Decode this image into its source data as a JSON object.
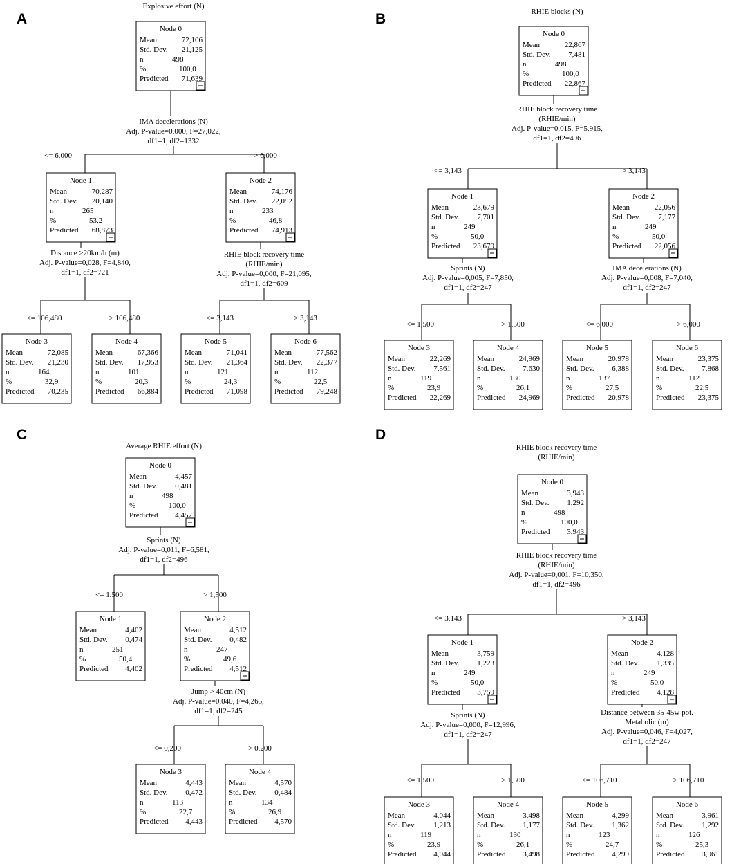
{
  "panels": [
    {
      "letter": "A",
      "title": [
        "Explosive effort (N)"
      ],
      "nodes": [
        {
          "id": "Node 0",
          "mean": "72,106",
          "sd": "21,125",
          "n": "498",
          "pct": "100,0",
          "pred": "71,639"
        },
        {
          "id": "Node 1",
          "mean": "70,287",
          "sd": "20,140",
          "n": "265",
          "pct": "53,2",
          "pred": "68,873"
        },
        {
          "id": "Node 2",
          "mean": "74,176",
          "sd": "22,052",
          "n": "233",
          "pct": "46,8",
          "pred": "74,913"
        },
        {
          "id": "Node 3",
          "mean": "72,085",
          "sd": "21,230",
          "n": "164",
          "pct": "32,9",
          "pred": "70,235"
        },
        {
          "id": "Node 4",
          "mean": "67,366",
          "sd": "17,953",
          "n": "101",
          "pct": "20,3",
          "pred": "66,884"
        },
        {
          "id": "Node 5",
          "mean": "71,041",
          "sd": "21,364",
          "n": "121",
          "pct": "24,3",
          "pred": "71,098"
        },
        {
          "id": "Node 6",
          "mean": "77,562",
          "sd": "22,377",
          "n": "112",
          "pct": "22,5",
          "pred": "79,248"
        }
      ],
      "splits": [
        [
          "IMA decelerations (N)",
          "Adj. P-value=0,000, F=27,022,",
          "df1=1, df2=1332"
        ],
        [
          "Distance >20km/h (m)",
          "Adj. P-value=0,028, F=4,840,",
          "df1=1, df2=721"
        ],
        [
          "RHIE block recovery time",
          "(RHIE/min)",
          "Adj. P-value=0,000, F=21,095,",
          "df1=1, df2=609"
        ]
      ],
      "branches": [
        "<= 6,000",
        "> 6,000",
        "<= 106,480",
        "> 106,480",
        "<= 3,143",
        "> 3,143"
      ]
    },
    {
      "letter": "B",
      "title": [
        "RHIE blocks (N)"
      ],
      "nodes": [
        {
          "id": "Node 0",
          "mean": "22,867",
          "sd": "7,481",
          "n": "498",
          "pct": "100,0",
          "pred": "22,867"
        },
        {
          "id": "Node 1",
          "mean": "23,679",
          "sd": "7,701",
          "n": "249",
          "pct": "50,0",
          "pred": "23,679"
        },
        {
          "id": "Node 2",
          "mean": "22,056",
          "sd": "7,177",
          "n": "249",
          "pct": "50,0",
          "pred": "22,056"
        },
        {
          "id": "Node 3",
          "mean": "22,269",
          "sd": "7,561",
          "n": "119",
          "pct": "23,9",
          "pred": "22,269"
        },
        {
          "id": "Node 4",
          "mean": "24,969",
          "sd": "7,630",
          "n": "130",
          "pct": "26,1",
          "pred": "24,969"
        },
        {
          "id": "Node 5",
          "mean": "20,978",
          "sd": "6,388",
          "n": "137",
          "pct": "27,5",
          "pred": "20,978"
        },
        {
          "id": "Node 6",
          "mean": "23,375",
          "sd": "7,868",
          "n": "112",
          "pct": "22,5",
          "pred": "23,375"
        }
      ],
      "splits": [
        [
          "RHIE block recovery time",
          "(RHIE/min)",
          "Adj. P-value=0,015, F=5,915,",
          "df1=1, df2=496"
        ],
        [
          "Sprints (N)",
          "Adj. P-value=0,005, F=7,850,",
          "df1=1, df2=247"
        ],
        [
          "IMA decelerations (N)",
          "Adj. P-value=0,008, F=7,040,",
          "df1=1, df2=247"
        ]
      ],
      "branches": [
        "<= 3,143",
        "> 3,143",
        "<= 1,500",
        "> 1,500",
        "<= 6,000",
        "> 6,000"
      ]
    },
    {
      "letter": "C",
      "title": [
        "Average RHIE effort (N)"
      ],
      "nodes": [
        {
          "id": "Node 0",
          "mean": "4,457",
          "sd": "0,481",
          "n": "498",
          "pct": "100,0",
          "pred": "4,457"
        },
        {
          "id": "Node 1",
          "mean": "4,402",
          "sd": "0,474",
          "n": "251",
          "pct": "50,4",
          "pred": "4,402"
        },
        {
          "id": "Node 2",
          "mean": "4,512",
          "sd": "0,482",
          "n": "247",
          "pct": "49,6",
          "pred": "4,512"
        },
        {
          "id": "Node 3",
          "mean": "4,443",
          "sd": "0,472",
          "n": "113",
          "pct": "22,7",
          "pred": "4,443"
        },
        {
          "id": "Node 4",
          "mean": "4,570",
          "sd": "0,484",
          "n": "134",
          "pct": "26,9",
          "pred": "4,570"
        }
      ],
      "splits": [
        [
          "Sprints (N)",
          "Adj. P-value=0,011, F=6,581,",
          "df1=1, df2=496"
        ],
        [
          "Jump > 40cm (N)",
          "Adj. P-value=0,040, F=4,265,",
          "df1=1, df2=245"
        ]
      ],
      "branches": [
        "<= 1,500",
        "> 1,500",
        "<= 0,200",
        "> 0,200"
      ]
    },
    {
      "letter": "D",
      "title": [
        "RHIE block recovery time",
        "(RHIE/min)"
      ],
      "nodes": [
        {
          "id": "Node 0",
          "mean": "3,943",
          "sd": "1,292",
          "n": "498",
          "pct": "100,0",
          "pred": "3,943"
        },
        {
          "id": "Node 1",
          "mean": "3,759",
          "sd": "1,223",
          "n": "249",
          "pct": "50,0",
          "pred": "3,759"
        },
        {
          "id": "Node 2",
          "mean": "4,128",
          "sd": "1,335",
          "n": "249",
          "pct": "50,0",
          "pred": "4,128"
        },
        {
          "id": "Node 3",
          "mean": "4,044",
          "sd": "1,213",
          "n": "119",
          "pct": "23,9",
          "pred": "4,044"
        },
        {
          "id": "Node 4",
          "mean": "3,498",
          "sd": "1,177",
          "n": "130",
          "pct": "26,1",
          "pred": "3,498"
        },
        {
          "id": "Node 5",
          "mean": "4,299",
          "sd": "1,362",
          "n": "123",
          "pct": "24,7",
          "pred": "4,299"
        },
        {
          "id": "Node 6",
          "mean": "3,961",
          "sd": "1,292",
          "n": "126",
          "pct": "25,3",
          "pred": "3,961"
        }
      ],
      "splits": [
        [
          "RHIE block recovery time",
          "(RHIE/min)",
          "Adj. P-value=0,001, F=10,350,",
          "df1=1, df2=496"
        ],
        [
          "Sprints (N)",
          "Adj. P-value=0,000, F=12,996,",
          "df1=1, df2=247"
        ],
        [
          "Distance between 35-45w pot.",
          "Metabolic (m)",
          "Adj. P-value=0,046, F=4,027,",
          "df1=1, df2=247"
        ]
      ],
      "branches": [
        "<= 3,143",
        "> 3,143",
        "<= 1,500",
        "> 1,500",
        "<= 106,710",
        "> 106,710"
      ]
    }
  ],
  "row_labels": {
    "mean": "Mean",
    "sd": "Std. Dev.",
    "n": "n",
    "pct": "%",
    "pred": "Predicted"
  }
}
